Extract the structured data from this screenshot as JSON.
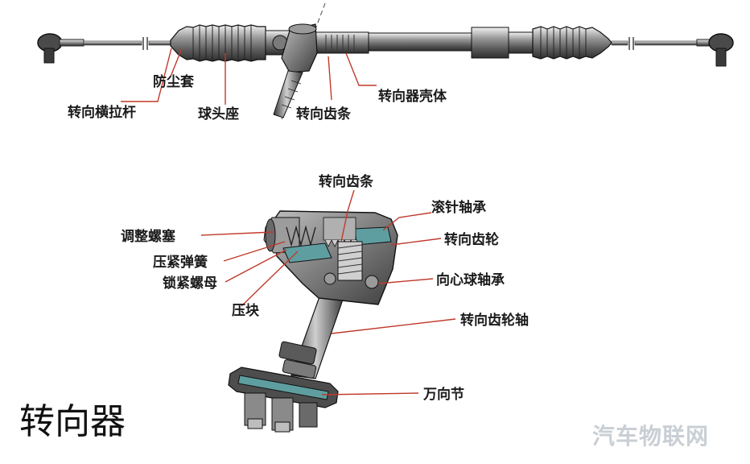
{
  "title": "转向器",
  "watermark": "汽车物联网",
  "top_labels": {
    "tie_rod": "转向横拉杆",
    "dust_boot": "防尘套",
    "ball_socket": "球头座",
    "rack": "转向齿条",
    "housing": "转向器壳体"
  },
  "bottom_labels": {
    "rack": "转向齿条",
    "needle_bearing": "滚针轴承",
    "adjusting_plug": "调整螺塞",
    "pinion": "转向齿轮",
    "pressure_spring": "压紧弹簧",
    "lock_nut": "锁紧螺母",
    "radial_ball_bearing": "向心球轴承",
    "pressure_block": "压块",
    "pinion_shaft": "转向齿轮轴",
    "universal_joint": "万向节"
  },
  "colors": {
    "leader_line": "#c0392b",
    "metal_dark": "#3b3b3b",
    "metal_light": "#d8d8d8",
    "section_teal": "#5f9ea0"
  }
}
